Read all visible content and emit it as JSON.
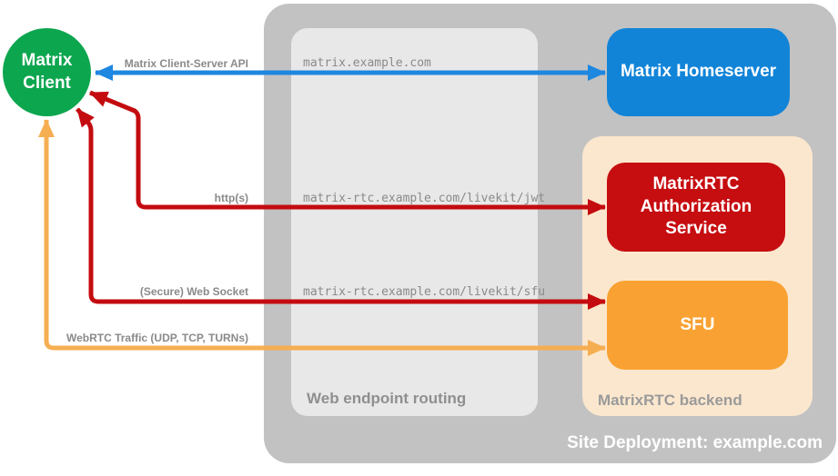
{
  "client": {
    "label": "Matrix Client",
    "color": "#0ca64f"
  },
  "site_deployment": {
    "label": "Site Deployment: example.com",
    "bg": "#c2c2c2"
  },
  "web_endpoint_routing": {
    "label": "Web endpoint routing",
    "bg": "#e8e8e8"
  },
  "matrixrtc_backend": {
    "label": "MatrixRTC backend",
    "bg": "#fbe7ce"
  },
  "nodes": {
    "homeserver": {
      "label": "Matrix Homeserver",
      "color": "#1184d8"
    },
    "auth_service": {
      "label": "MatrixRTC Authorization Service",
      "color": "#c60d10"
    },
    "sfu": {
      "label": "SFU",
      "color": "#f9a233"
    }
  },
  "connections": [
    {
      "name": "matrix-client-server-api",
      "label": "Matrix Client-Server API",
      "endpoint": "matrix.example.com",
      "color": "#1e87e0",
      "bidirectional": true
    },
    {
      "name": "https",
      "label": "http(s)",
      "endpoint": "matrix-rtc.example.com/livekit/jwt",
      "color": "#c40c10",
      "bidirectional": true
    },
    {
      "name": "secure-web-socket",
      "label": "(Secure) Web Socket",
      "endpoint": "matrix-rtc.example.com/livekit/sfu",
      "color": "#c40c10",
      "bidirectional": true
    },
    {
      "name": "webrtc-traffic",
      "label": "WebRTC Traffic (UDP, TCP, TURNs)",
      "color": "#f6ae52",
      "bidirectional": true
    }
  ]
}
